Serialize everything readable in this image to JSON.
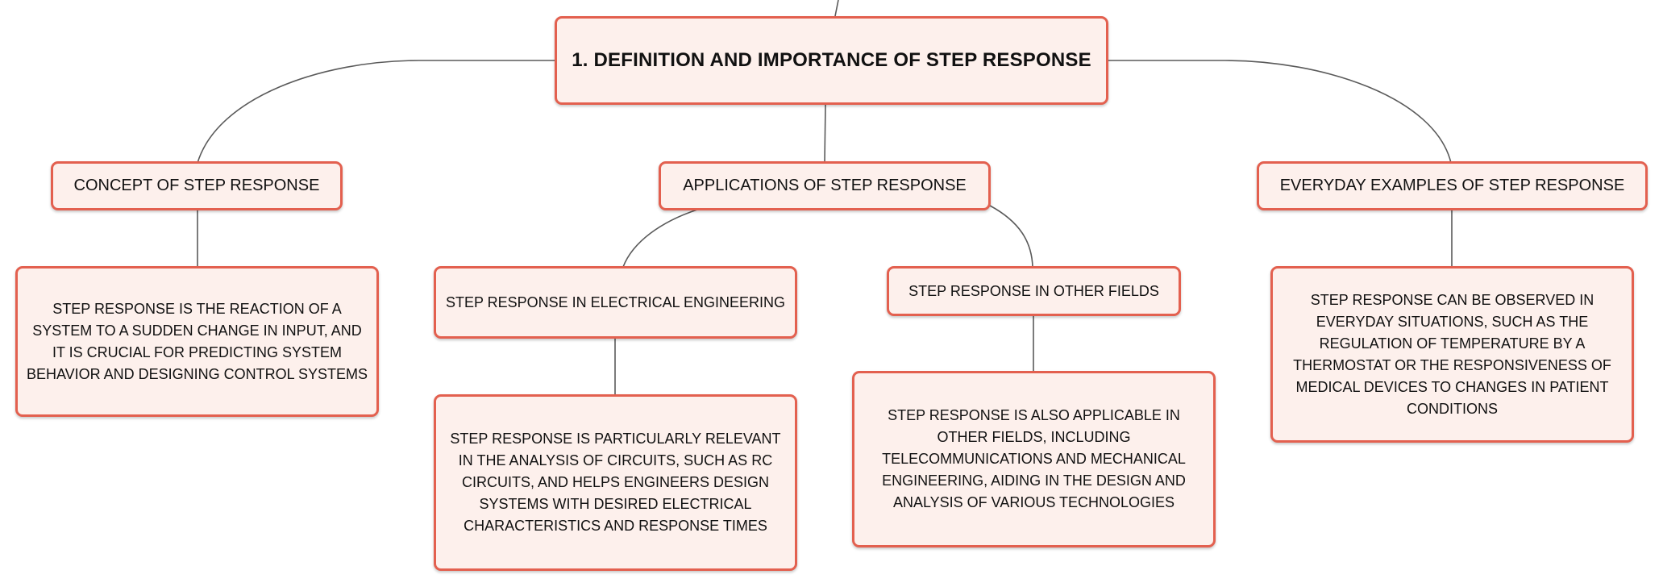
{
  "colors": {
    "border": "#e3604f",
    "fill": "#fdf0ec",
    "connector": "#5a5a5a"
  },
  "root": {
    "label": "1. DEFINITION AND IMPORTANCE OF STEP RESPONSE"
  },
  "branches": {
    "concept": {
      "label": "CONCEPT OF STEP RESPONSE",
      "detail": "STEP RESPONSE IS THE REACTION OF A SYSTEM TO A SUDDEN CHANGE IN INPUT, AND IT IS CRUCIAL FOR PREDICTING SYSTEM BEHAVIOR AND DESIGNING CONTROL SYSTEMS"
    },
    "applications": {
      "label": "APPLICATIONS OF STEP RESPONSE",
      "electrical": {
        "label": "STEP RESPONSE IN ELECTRICAL ENGINEERING",
        "detail": "STEP RESPONSE IS PARTICULARLY RELEVANT IN THE ANALYSIS OF CIRCUITS, SUCH AS RC CIRCUITS, AND HELPS ENGINEERS DESIGN SYSTEMS WITH DESIRED ELECTRICAL CHARACTERISTICS AND RESPONSE TIMES"
      },
      "other": {
        "label": "STEP RESPONSE IN OTHER FIELDS",
        "detail": "STEP RESPONSE IS ALSO APPLICABLE IN OTHER FIELDS, INCLUDING TELECOMMUNICATIONS AND MECHANICAL ENGINEERING, AIDING IN THE DESIGN AND ANALYSIS OF VARIOUS TECHNOLOGIES"
      }
    },
    "everyday": {
      "label": "EVERYDAY EXAMPLES OF STEP RESPONSE",
      "detail": "STEP RESPONSE CAN BE OBSERVED IN EVERYDAY SITUATIONS, SUCH AS THE REGULATION OF TEMPERATURE BY A THERMOSTAT OR THE RESPONSIVENESS OF MEDICAL DEVICES TO CHANGES IN PATIENT CONDITIONS"
    }
  }
}
